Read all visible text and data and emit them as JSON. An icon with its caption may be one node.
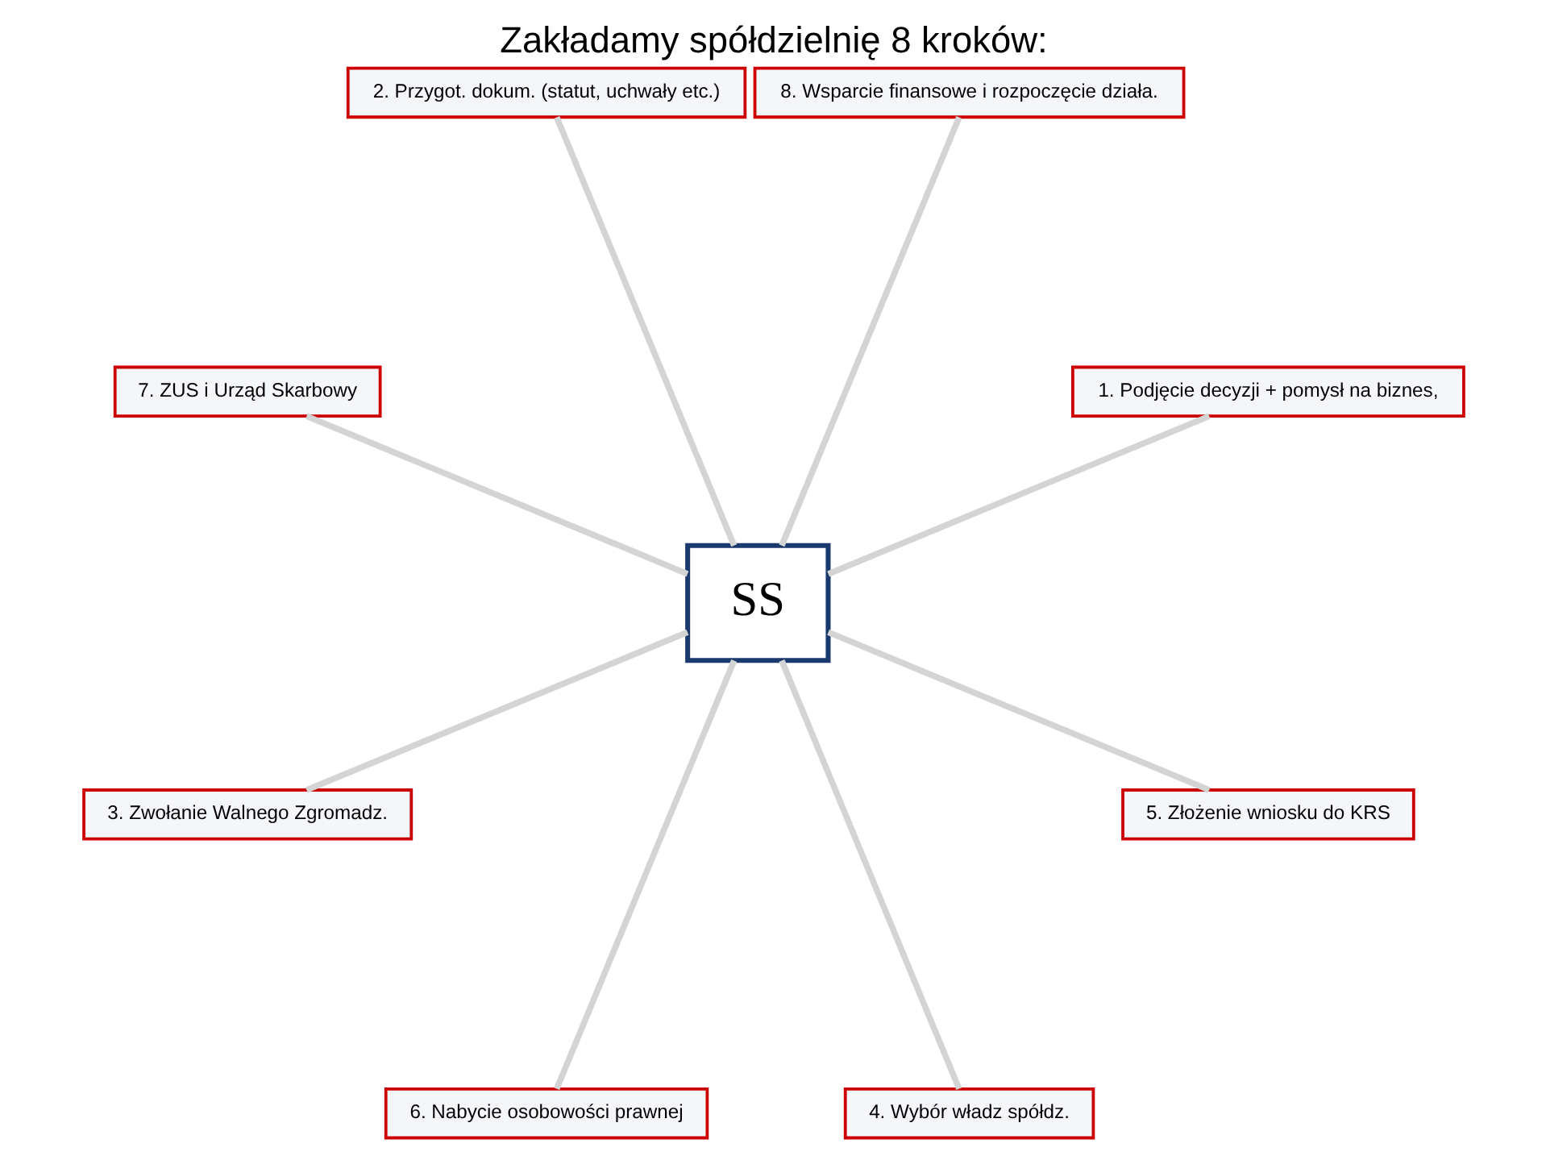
{
  "diagram": {
    "title": "Zakładamy spółdzielnię 8 kroków:",
    "nodes": [
      {
        "text": [
          "1. Podjęcie decyzji + pomysł na biznes,"
        ]
      },
      {
        "text": [
          "8. Wsparcie finansowe i rozpoczęcie działa."
        ]
      },
      {
        "text": [
          "2. Przygot. dokum. (statut, uchwały etc.)"
        ]
      },
      {
        "text": [
          "7. ZUS i Urząd Skarbowy"
        ]
      },
      {
        "text": [
          "SS"
        ]
      },
      {
        "text": [
          "3. Zwołanie Walnego Zgromadz."
        ]
      },
      {
        "text": [
          "6. Nabycie osobowości prawnej"
        ]
      },
      {
        "text": [
          "4. Wybór władz spółdz."
        ]
      },
      {
        "text": [
          "5. Złożenie wniosku do KRS"
        ]
      }
    ],
    "edges": [
      {
        "from": 4,
        "to": 0,
        "arrow": "none"
      },
      {
        "from": 4,
        "to": 2,
        "arrow": "none"
      },
      {
        "from": 4,
        "to": 5,
        "arrow": "none"
      },
      {
        "from": 4,
        "to": 7,
        "arrow": "none"
      },
      {
        "from": 4,
        "to": 8,
        "arrow": "none"
      },
      {
        "from": 4,
        "to": 6,
        "arrow": "none"
      },
      {
        "from": 4,
        "to": 3,
        "arrow": "none"
      },
      {
        "from": 4,
        "to": 1,
        "arrow": "none"
      }
    ]
  }
}
